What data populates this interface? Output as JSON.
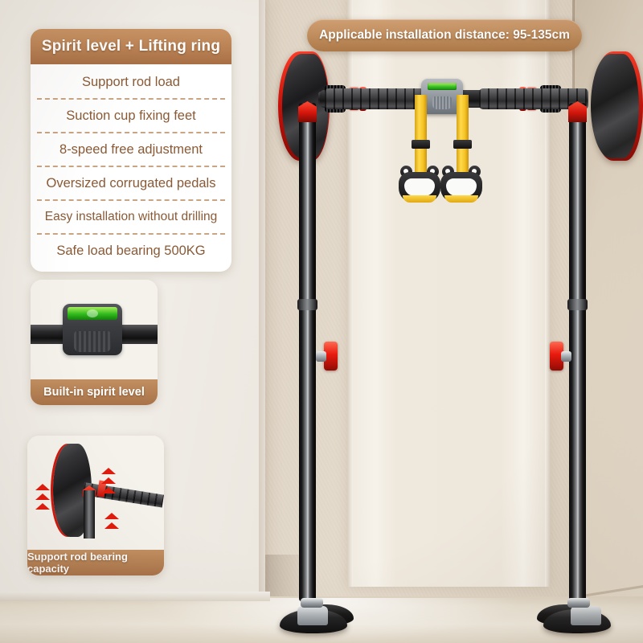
{
  "banner": {
    "text": "Applicable installation distance: 95-135cm"
  },
  "feature_card": {
    "title": "Spirit level + Lifting ring",
    "items": [
      "Support rod load",
      "Suction cup fixing feet",
      "8-speed free adjustment",
      "Oversized corrugated pedals",
      "Easy installation without drilling",
      "Safe load bearing 500KG"
    ]
  },
  "insets": [
    {
      "caption": "Built-in spirit level"
    },
    {
      "caption": "Support rod bearing capacity"
    }
  ],
  "colors": {
    "brand_brown": "#bd8557",
    "brand_brown_dark": "#a86f45",
    "text_brown": "#8a5a36",
    "accent_red": "#d4160c",
    "accent_yellow": "#ffd94a",
    "level_green": "#2fbb1c",
    "card_white": "#ffffff",
    "wall": "#e0d5c5",
    "floor": "#e9e1d2"
  },
  "product": {
    "name": "doorway-pull-up-bar",
    "parts": [
      "mount-plate-left",
      "mount-plate-right",
      "horizontal-bar",
      "spirit-level-module",
      "lifting-rings",
      "support-post-left",
      "support-post-right",
      "wall-bracket-left",
      "wall-bracket-right",
      "suction-foot-left",
      "suction-foot-right"
    ]
  }
}
